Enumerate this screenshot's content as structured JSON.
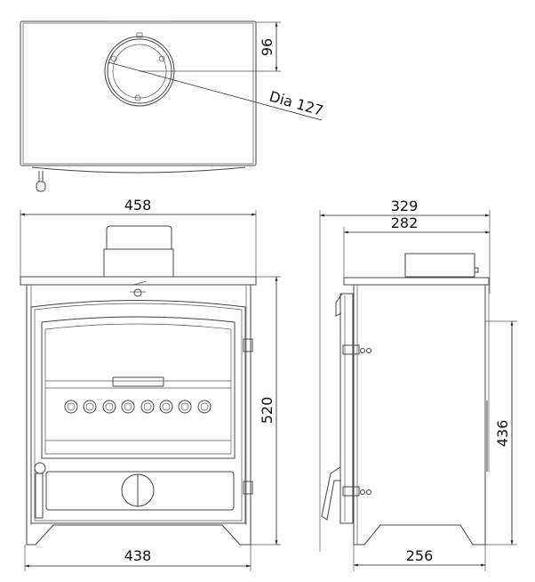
{
  "dimensions": {
    "flue_offset": "96",
    "flue_diameter": "Dia 127",
    "top_width": "458",
    "height": "520",
    "base_width": "438",
    "overall_depth": "329",
    "body_depth": "282",
    "rear_height": "436",
    "base_depth": "256"
  },
  "views": [
    "top-view",
    "front-view",
    "side-view"
  ]
}
